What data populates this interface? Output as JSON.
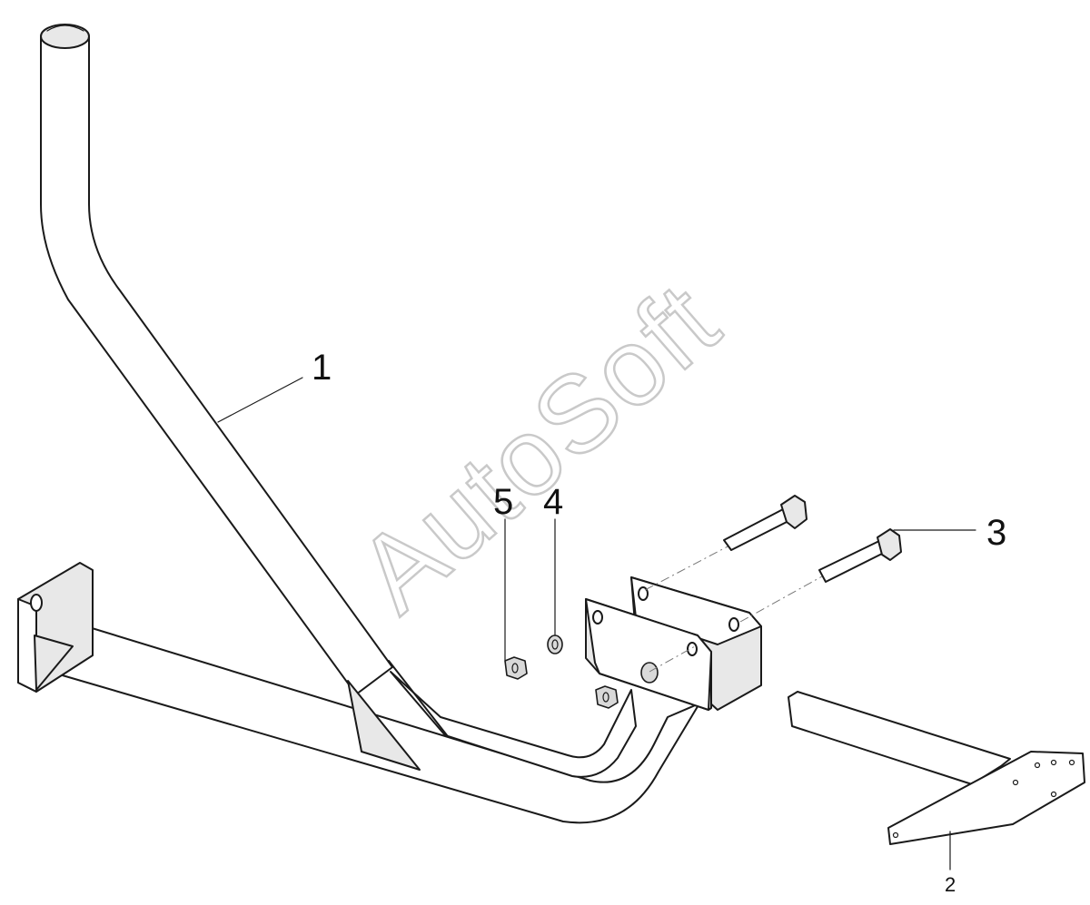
{
  "watermark": "AutoSoft",
  "callouts": {
    "part1": "1",
    "part2": "2",
    "part3": "3",
    "part4": "4",
    "part5": "5"
  },
  "colors": {
    "line": "#1a1a1a",
    "watermark": "#c9c9c9",
    "background": "#ffffff"
  }
}
